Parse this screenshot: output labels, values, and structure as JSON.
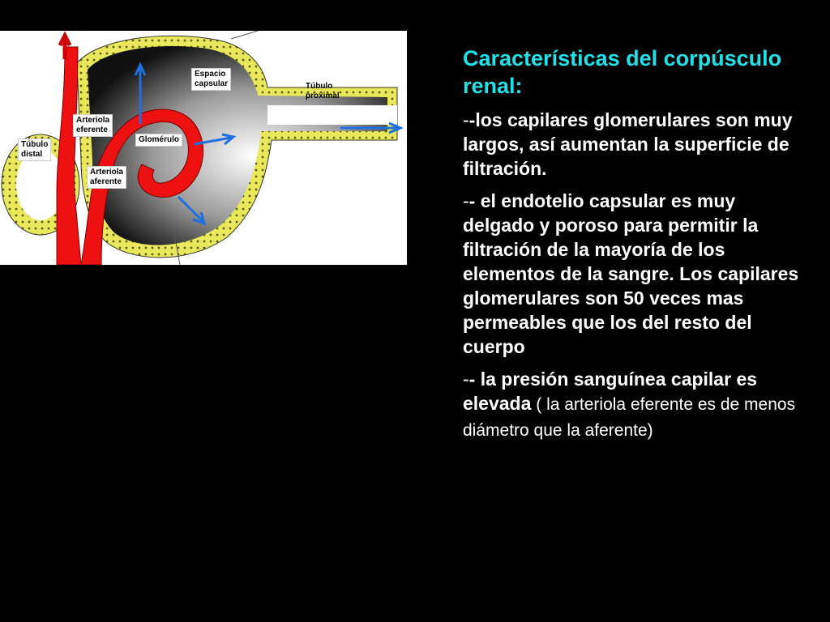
{
  "slide": {
    "title": "Características del corpúsculo renal:",
    "paragraphs": [
      {
        "dash": "-",
        "bold": "-los capilares glomerulares son muy largos, así aumentan la superficie de filtración."
      },
      {
        "dash": "-",
        "bold": "- el endotelio capsular es muy delgado y poroso para permitir la filtración de la mayoría de los elementos de la sangre. Los capilares glomerulares son 50 veces mas permeables que los del resto del cuerpo"
      },
      {
        "dash": "-",
        "bold": "- la presión sanguínea capilar es elevada",
        "normal": "  ( la arteriola eferente es de menos diámetro que la aferente)"
      }
    ]
  },
  "diagram": {
    "labels": {
      "espacio_capsular": "Espacio\ncapsular",
      "tubulo_proximal": "Túbulo\nproximal",
      "arteriola_eferente": "Arteriola\neferente",
      "glomerulo": "Glomérulo",
      "tubulo_distal": "Túbulo\ndistal",
      "arteriola_aferente": "Arteriola\naferente"
    },
    "colors": {
      "vessel": "#ee1111",
      "epithelium": "#e8e85a",
      "arrow_blue": "#1e6fe0",
      "arrow_red": "#cc0000",
      "background": "#000000",
      "title": "#22e0e8"
    }
  }
}
